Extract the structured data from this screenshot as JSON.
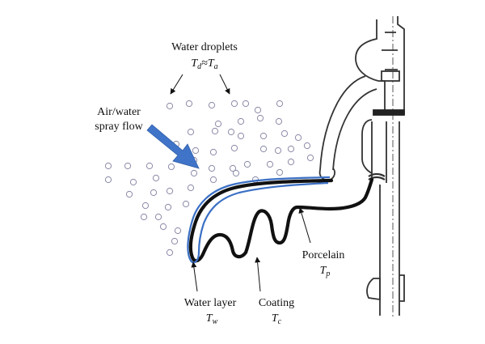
{
  "labels": {
    "water_droplets": {
      "text": "Water droplets",
      "symbol_left": "T",
      "sub_left": "d",
      "relation": "≈",
      "symbol_right": "T",
      "sub_right": "a"
    },
    "spray_flow": {
      "line1": "Air/water",
      "line2": "spray flow"
    },
    "water_layer": {
      "text": "Water layer",
      "symbol": "T",
      "sub": "w"
    },
    "coating": {
      "text": "Coating",
      "symbol": "T",
      "sub": "c"
    },
    "porcelain": {
      "text": "Porcelain",
      "symbol": "T",
      "sub": "p"
    }
  },
  "colors": {
    "water_layer": "#3a6fc4",
    "spray_arrow": "#3f74c8",
    "droplet_stroke": "#8a8aa8",
    "outline": "#111111",
    "hardware": "#333333"
  }
}
